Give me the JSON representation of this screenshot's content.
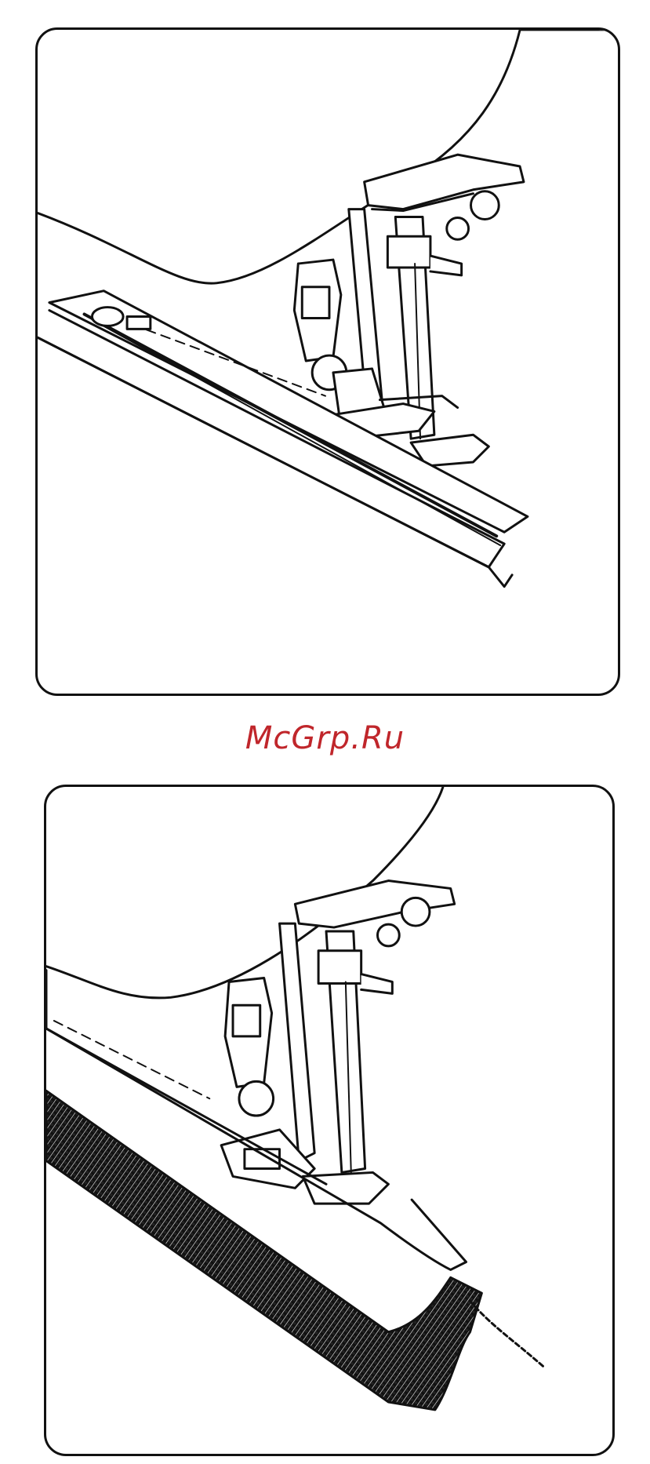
{
  "watermark": {
    "text": "McGrp.Ru",
    "color": "#c0262b"
  },
  "illustrations": [
    {
      "subject": "zipper-foot-sewing-zipper",
      "icon": "sewing-machine-zipper-foot-icon"
    },
    {
      "subject": "zipper-foot-sewing-cording",
      "icon": "sewing-machine-cording-icon"
    }
  ]
}
